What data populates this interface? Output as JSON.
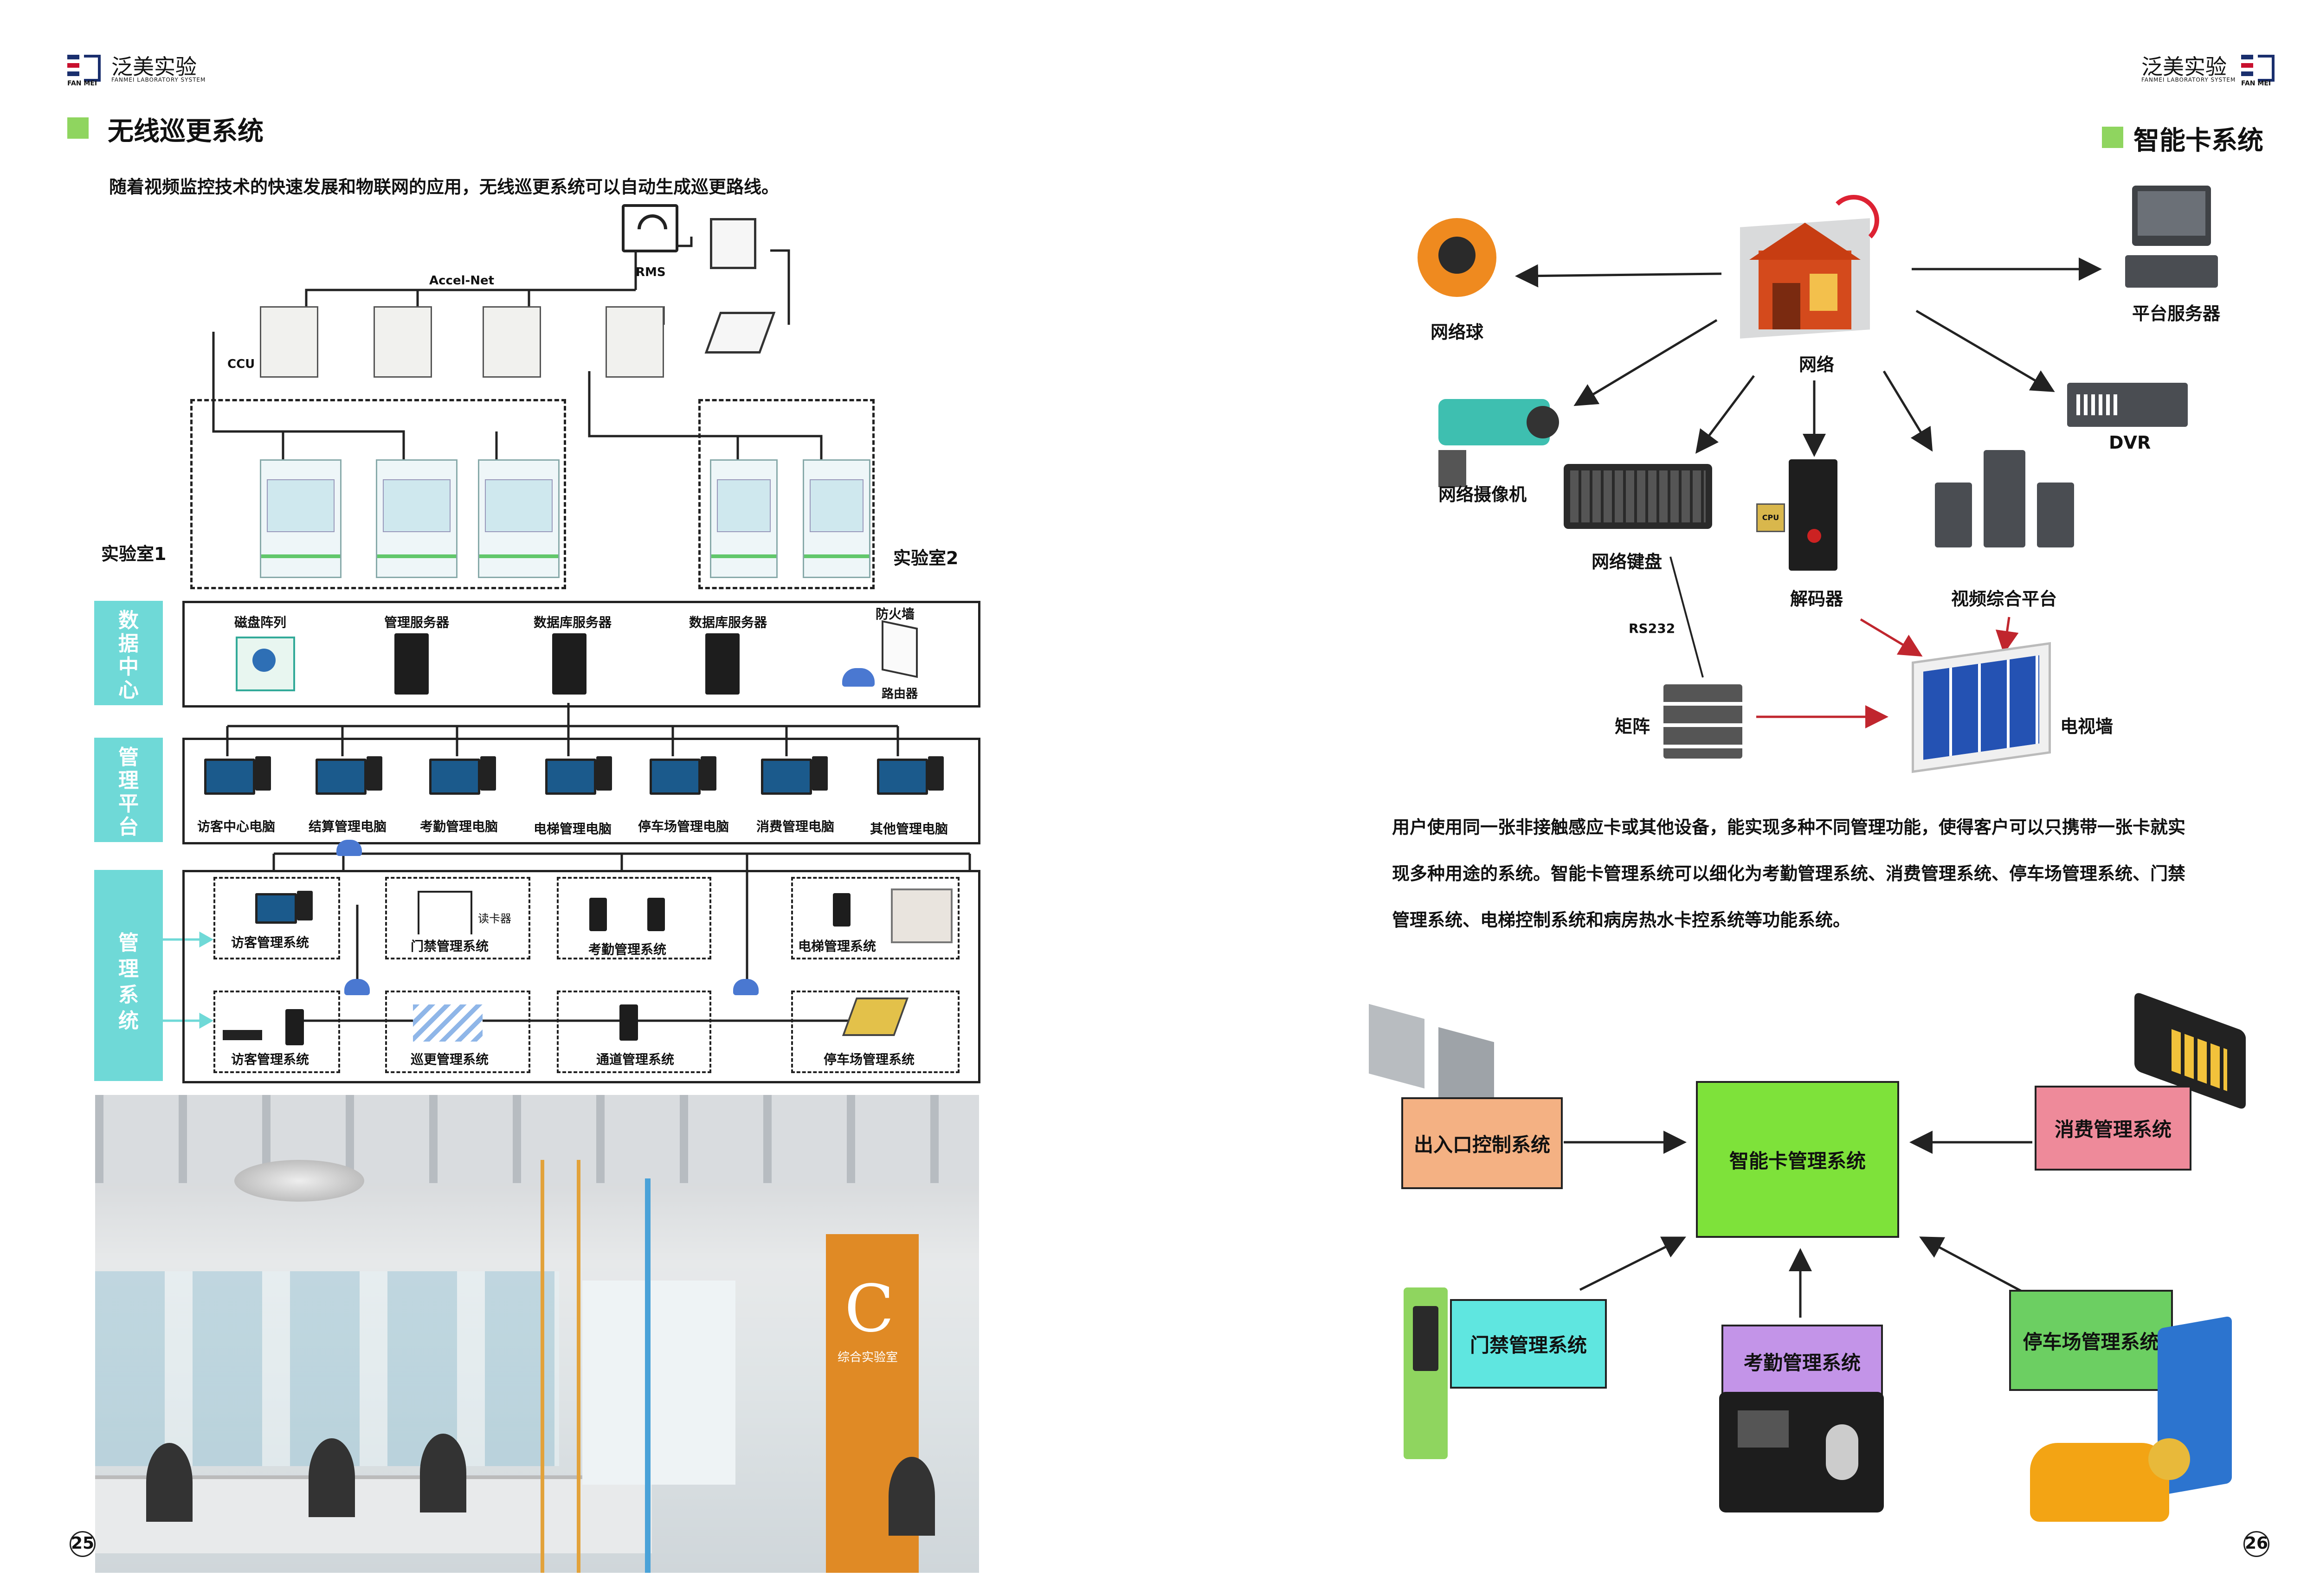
{
  "brand": {
    "name": "泛美实验",
    "sub": "FANMEI LABORATORY SYSTEM",
    "mark": "FAN MEI"
  },
  "left": {
    "title": "无线巡更系统",
    "intro": "随着视频监控技术的快速发展和物联网的应用，无线巡更系统可以自动生成巡更路线。",
    "top_labels": {
      "rms": "RMS",
      "accel": "Accel-Net",
      "ccu": "CCU",
      "lab1": "实验室1",
      "lab2": "实验室2"
    },
    "data_center": {
      "side": "数据中心",
      "items": [
        "磁盘阵列",
        "管理服务器",
        "数据库服务器",
        "数据库服务器",
        "防火墙"
      ],
      "router": "路由器"
    },
    "mgmt_platform": {
      "side": "管理平台",
      "items": [
        "访客中心电脑",
        "结算管理电脑",
        "考勤管理电脑",
        "电梯管理电脑",
        "停车场管理电脑",
        "消费管理电脑",
        "其他管理电脑"
      ]
    },
    "mgmt_system": {
      "side": "管理系统",
      "row1": [
        "访客管理系统",
        "门禁管理系统",
        "考勤管理系统",
        "电梯管理系统"
      ],
      "row2": [
        "访客管理系统",
        "巡更管理系统",
        "通道管理系统",
        "停车场管理系统"
      ],
      "reader": "读卡器"
    },
    "photo_sign": {
      "letter": "C",
      "text": "综合实验室"
    },
    "page_num": "25"
  },
  "right": {
    "title": "智能卡系统",
    "network": {
      "center": "网络",
      "nodes": [
        "网络球",
        "平台服务器",
        "网络摄像机",
        "DVR",
        "网络键盘",
        "解码器",
        "视频综合平台",
        "矩阵",
        "电视墙"
      ],
      "rs232": "RS232",
      "cpu": "CPU"
    },
    "paragraph": [
      "用户使用同一张非接触感应卡或其他设备，能实现多种不同管理功能，使得客户可以只携带一张卡就实",
      "现多种用途的系统。智能卡管理系统可以细化为考勤管理系统、消费管理系统、停车场管理系统、门禁",
      "管理系统、电梯控制系统和病房热水卡控系统等功能系统。"
    ],
    "smart_card": {
      "center": "智能卡管理系统",
      "entry": "出入口控制系统",
      "consume": "消费管理系统",
      "door": "门禁管理系统",
      "attendance": "考勤管理系统",
      "parking": "停车场管理系统"
    },
    "page_num": "26"
  },
  "colors": {
    "accent_green": "#8fd55f",
    "cyan": "#6fd9d7",
    "orange_box": "#f4b183",
    "green_box": "#7ee23a",
    "pink_box": "#ee8a9a",
    "door_box": "#5fe6e0",
    "purple_box": "#c394e8",
    "parking_box": "#6ccf62"
  }
}
